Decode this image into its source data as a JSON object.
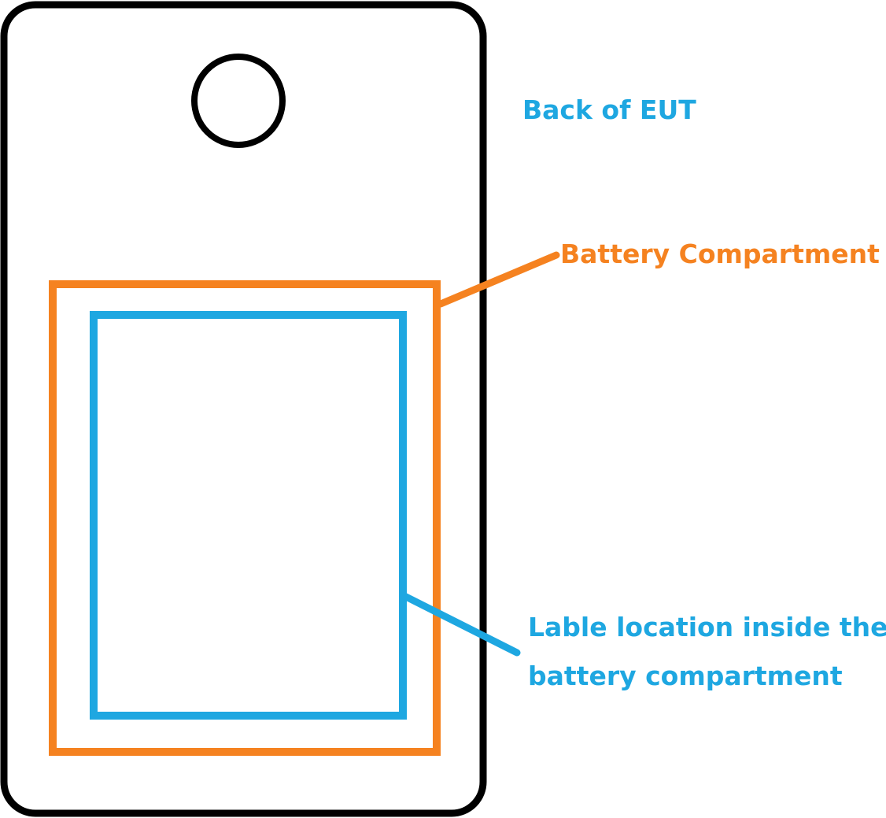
{
  "labels": {
    "back_of_eut": "Back of EUT",
    "battery_compartment": "Battery Compartment",
    "label_location_line1": "Lable location inside the",
    "label_location_line2": "battery compartment"
  },
  "colors": {
    "device_outline": "#000000",
    "battery_compartment": "#F58220",
    "label_location": "#1EA7E1",
    "back_of_eut_text": "#1EA7E1"
  }
}
